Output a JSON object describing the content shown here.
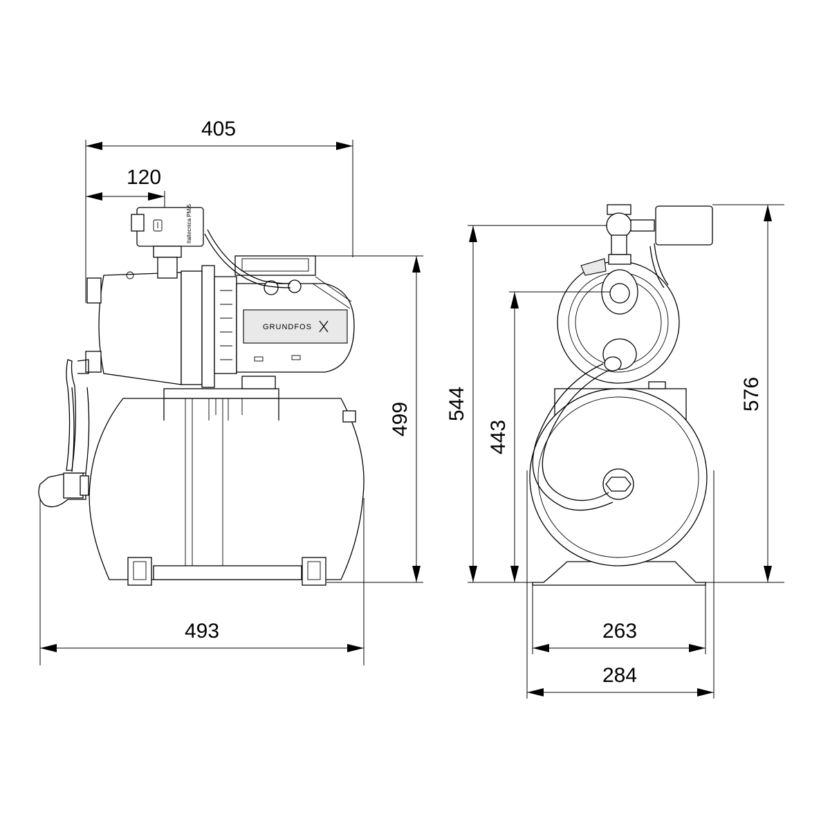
{
  "dimensions": {
    "width_overall": "405",
    "width_switch": "120",
    "height_side": "499",
    "width_tank": "493",
    "height_front_outlet": "544",
    "height_front_inlet": "443",
    "height_front_total": "576",
    "width_base": "263",
    "width_overall_front": "284"
  },
  "labels": {
    "brand": "GRUNDFOS",
    "switch_label": "Italtecnica PM/5"
  },
  "icons": [
    "grundfos-logo-icon",
    "power-switch-icon"
  ]
}
